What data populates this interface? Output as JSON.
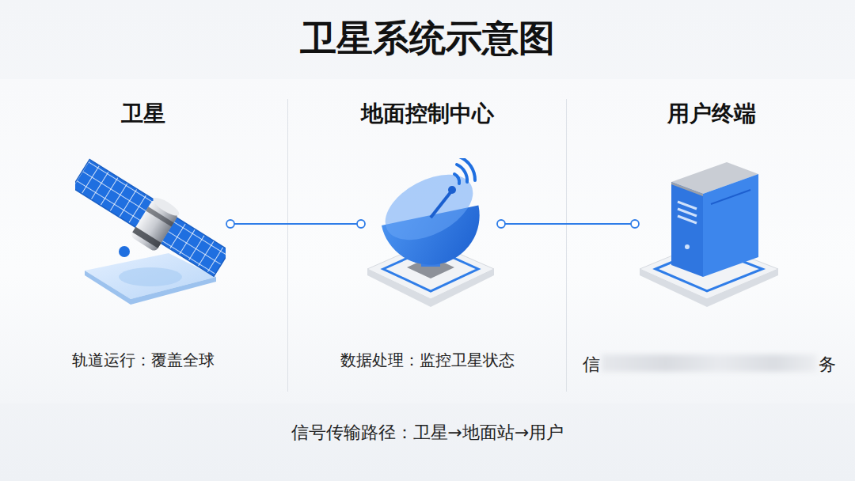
{
  "diagram": {
    "title": "卫星系统示意图",
    "nodes": [
      {
        "text": [
          "卫星",
          "轨道运行：覆盖全球"
        ]
      },
      {
        "text": [
          "地面控制中心",
          "数据处理：监控卫星状态"
        ]
      },
      {
        "text": [
          "用户终端"
        ]
      }
    ],
    "edges": [
      {
        "from": 0,
        "to": 1,
        "arrow": "none"
      },
      {
        "from": 1,
        "to": 2,
        "arrow": "none"
      }
    ],
    "labels": [
      "信",
      "务"
    ],
    "caption": "信号传输路径：卫星→地面站→用户"
  }
}
